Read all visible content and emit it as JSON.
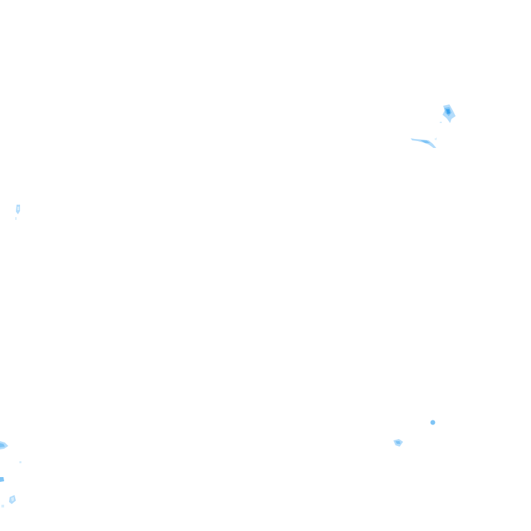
{
  "map": {
    "kind": "precipitation-radar-overlay-tile",
    "background_color": "#ffffff",
    "palette": {
      "very_light": "#d8eefc",
      "light": "#b3dcfb",
      "medium": "#7fc4f5",
      "strong": "#3aa2ee"
    },
    "echo_cells": [
      "cell-upper-right-main",
      "cell-upper-right-streak",
      "cell-left-small",
      "cell-lower-right-dot",
      "cell-lower-right-patch",
      "cell-lower-left-edge",
      "cell-lower-left-dot",
      "cell-lower-left-bottom"
    ]
  }
}
